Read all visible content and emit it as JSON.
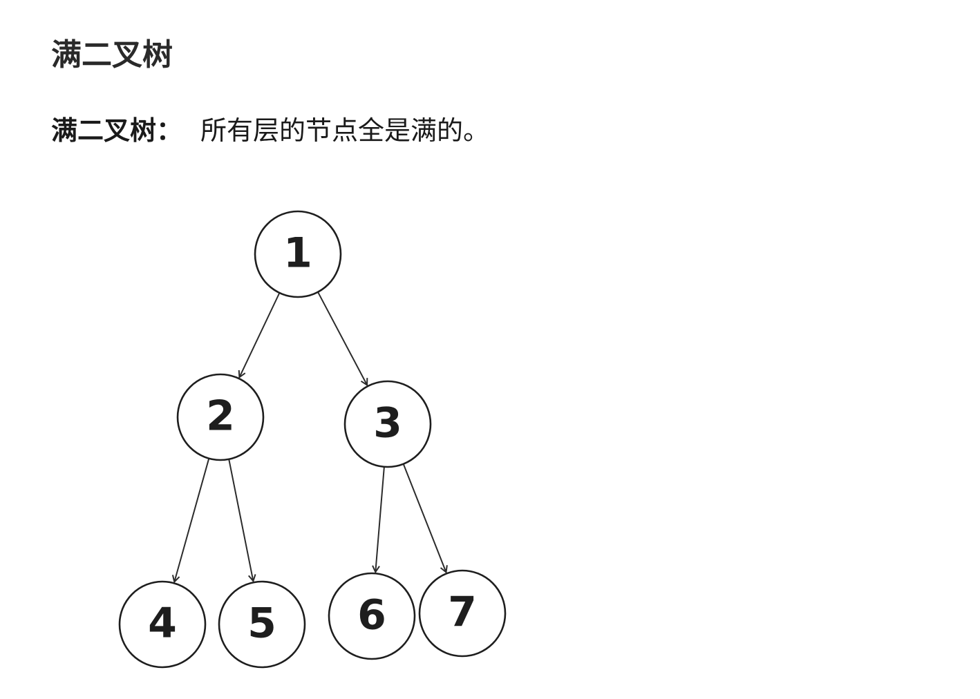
{
  "heading": "满二叉树",
  "definition": {
    "term": "满二叉树：",
    "text": "所有层的节点全是满的。"
  },
  "tree": {
    "nodes": [
      {
        "id": "1",
        "label": "1"
      },
      {
        "id": "2",
        "label": "2"
      },
      {
        "id": "3",
        "label": "3"
      },
      {
        "id": "4",
        "label": "4"
      },
      {
        "id": "5",
        "label": "5"
      },
      {
        "id": "6",
        "label": "6"
      },
      {
        "id": "7",
        "label": "7"
      }
    ],
    "edges": [
      {
        "from": "1",
        "to": "2"
      },
      {
        "from": "1",
        "to": "3"
      },
      {
        "from": "2",
        "to": "4"
      },
      {
        "from": "2",
        "to": "5"
      },
      {
        "from": "3",
        "to": "6"
      },
      {
        "from": "3",
        "to": "7"
      }
    ]
  }
}
